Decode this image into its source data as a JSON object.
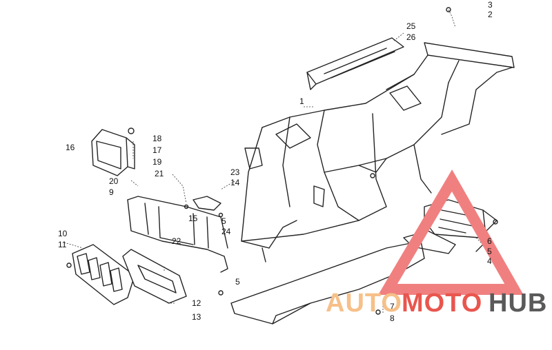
{
  "callouts": [
    "1",
    "2",
    "3",
    "4",
    "5",
    "5",
    "5",
    "6",
    "7",
    "8",
    "9",
    "10",
    "11",
    "12",
    "13",
    "14",
    "15",
    "16",
    "17",
    "18",
    "19",
    "20",
    "21",
    "22",
    "23",
    "24",
    "25",
    "26"
  ],
  "watermark": {
    "part1": "AUTO",
    "part2": "MOTO",
    "part3": "HUB",
    "color1": "#f6c089",
    "color2": "#e9564e",
    "color3": "#5a5a5a",
    "triangle_color": "#f08080"
  }
}
